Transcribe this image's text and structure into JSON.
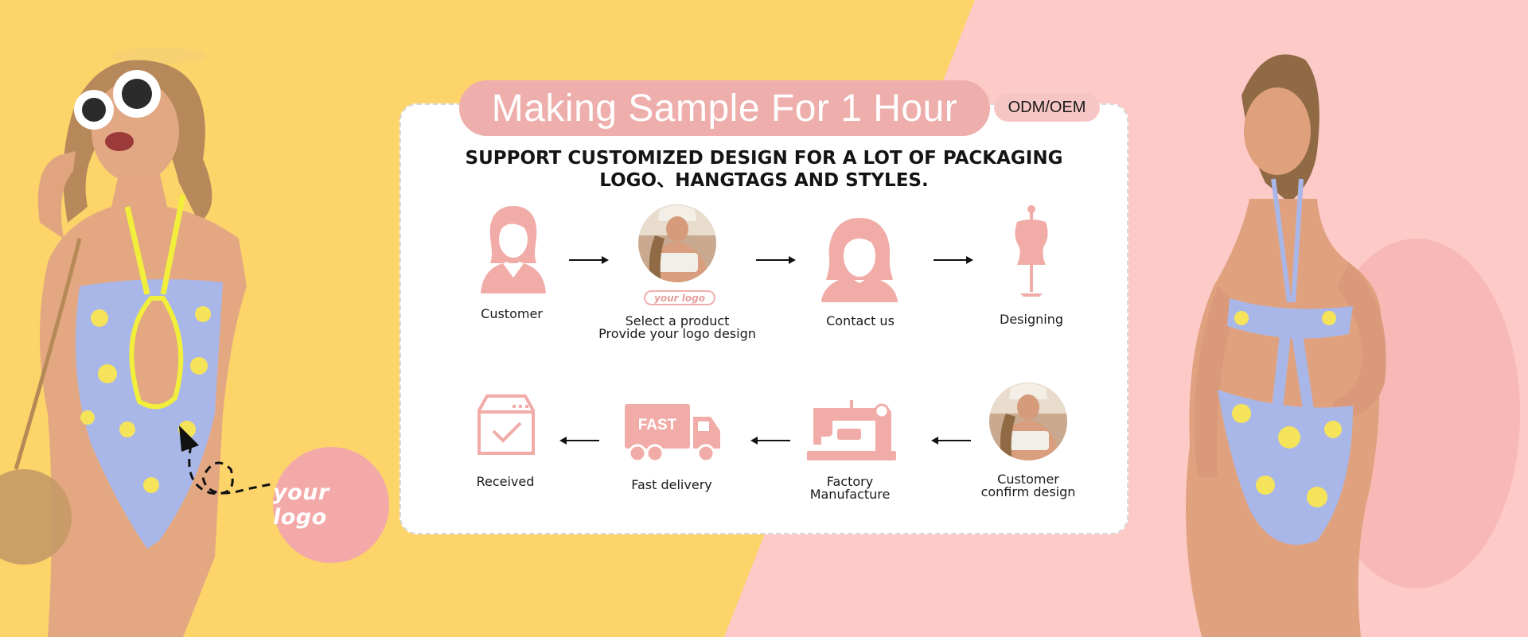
{
  "colors": {
    "bg_left": "#fcd46a",
    "bg_right": "#fdc9c6",
    "accent_pink": "#eeaeab",
    "icon_pink": "#f1aca8"
  },
  "header": {
    "title": "Making Sample For 1 Hour",
    "badge": "ODM/OEM"
  },
  "subtitle": {
    "line1": "SUPPORT CUSTOMIZED DESIGN FOR A LOT OF PACKAGING",
    "line2": "LOGO、HANGTAGS AND STYLES."
  },
  "steps": {
    "customer": {
      "line1": "Customer",
      "icon": "customer-icon"
    },
    "select": {
      "line1": "Select a product",
      "line2": "Provide your logo design",
      "icon": "product-photo",
      "tag": "your logo"
    },
    "contact": {
      "line1": "Contact us",
      "icon": "contact-icon"
    },
    "designing": {
      "line1": "Designing",
      "icon": "dress-form-icon"
    },
    "confirm": {
      "line1": "Customer",
      "line2": "confirm design",
      "icon": "product-photo"
    },
    "factory": {
      "line1": "Factory",
      "line2": "Manufacture",
      "icon": "sewing-machine-icon"
    },
    "delivery": {
      "line1": "Fast delivery",
      "icon": "truck-icon",
      "truck_text": "FAST"
    },
    "received": {
      "line1": "Received",
      "icon": "package-icon"
    }
  },
  "logo_badge": {
    "text": "your logo"
  }
}
